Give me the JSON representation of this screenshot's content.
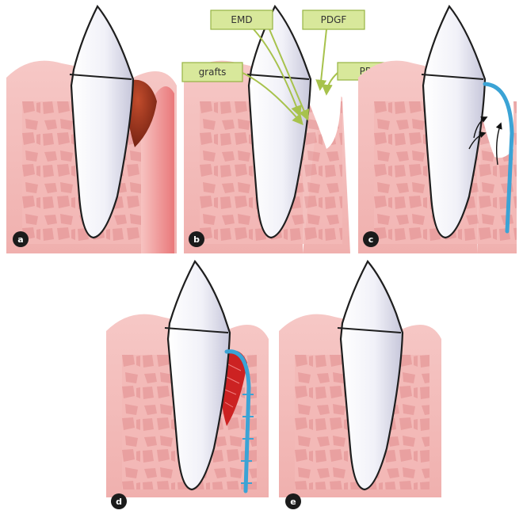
{
  "colors": {
    "gum": "#f3b9b7",
    "gum_edge": "#e79b99",
    "bone_cell": "#e79a9a",
    "tooth": "#f4f4fa",
    "tooth_shade": "#c9c9de",
    "tooth_outline": "#1e1e1e",
    "defect_dark": "#8a2a18",
    "defect_mid": "#c04a2b",
    "blood_clot": "#cc2222",
    "membrane": "#3ba3d5",
    "callout_fill": "#d8e89b",
    "callout_border": "#97b343",
    "arrow": "#a7c24c",
    "label_badge": "#1b1b1b"
  },
  "panels": [
    {
      "id": "a",
      "label": "a"
    },
    {
      "id": "b",
      "label": "b"
    },
    {
      "id": "c",
      "label": "c"
    },
    {
      "id": "d",
      "label": "d"
    },
    {
      "id": "e",
      "label": "e"
    }
  ],
  "callouts": [
    {
      "id": "emd",
      "text": "EMD"
    },
    {
      "id": "pdgf",
      "text": "PDGF"
    },
    {
      "id": "grafts",
      "text": "grafts"
    },
    {
      "id": "prp",
      "text": "PRP"
    }
  ]
}
